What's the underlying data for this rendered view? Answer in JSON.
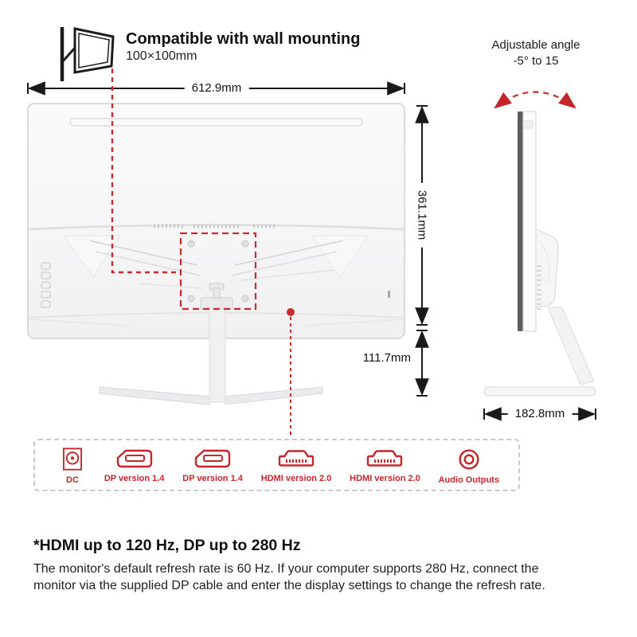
{
  "colors": {
    "accent_red": "#c5262b",
    "line_black": "#1a1a1a",
    "body_gray": "#f4f4f5"
  },
  "header": {
    "title": "Compatible with wall mounting",
    "subtitle": "100×100mm"
  },
  "angle": {
    "line1": "Adjustable angle",
    "line2": "-5° to 15"
  },
  "dimensions": {
    "width": "612.9mm",
    "height": "361.1mm",
    "stand_height": "111.7mm",
    "depth": "182.8mm"
  },
  "ports": {
    "items": [
      {
        "icon": "dc-port-icon",
        "label": "DC"
      },
      {
        "icon": "displayport-icon",
        "label": "DP version 1.4"
      },
      {
        "icon": "displayport-icon",
        "label": "DP version 1.4"
      },
      {
        "icon": "hdmi-port-icon",
        "label": "HDMI version 2.0"
      },
      {
        "icon": "hdmi-port-icon",
        "label": "HDMI version 2.0"
      },
      {
        "icon": "audio-output-icon",
        "label": "Audio Outputs"
      }
    ]
  },
  "footnote": {
    "headline": "*HDMI up to 120 Hz, DP up to 280 Hz",
    "body": "The monitor's default refresh rate is 60 Hz. If your computer supports 280 Hz, connect the monitor via the supplied DP cable and enter the display settings to change the refresh rate."
  }
}
